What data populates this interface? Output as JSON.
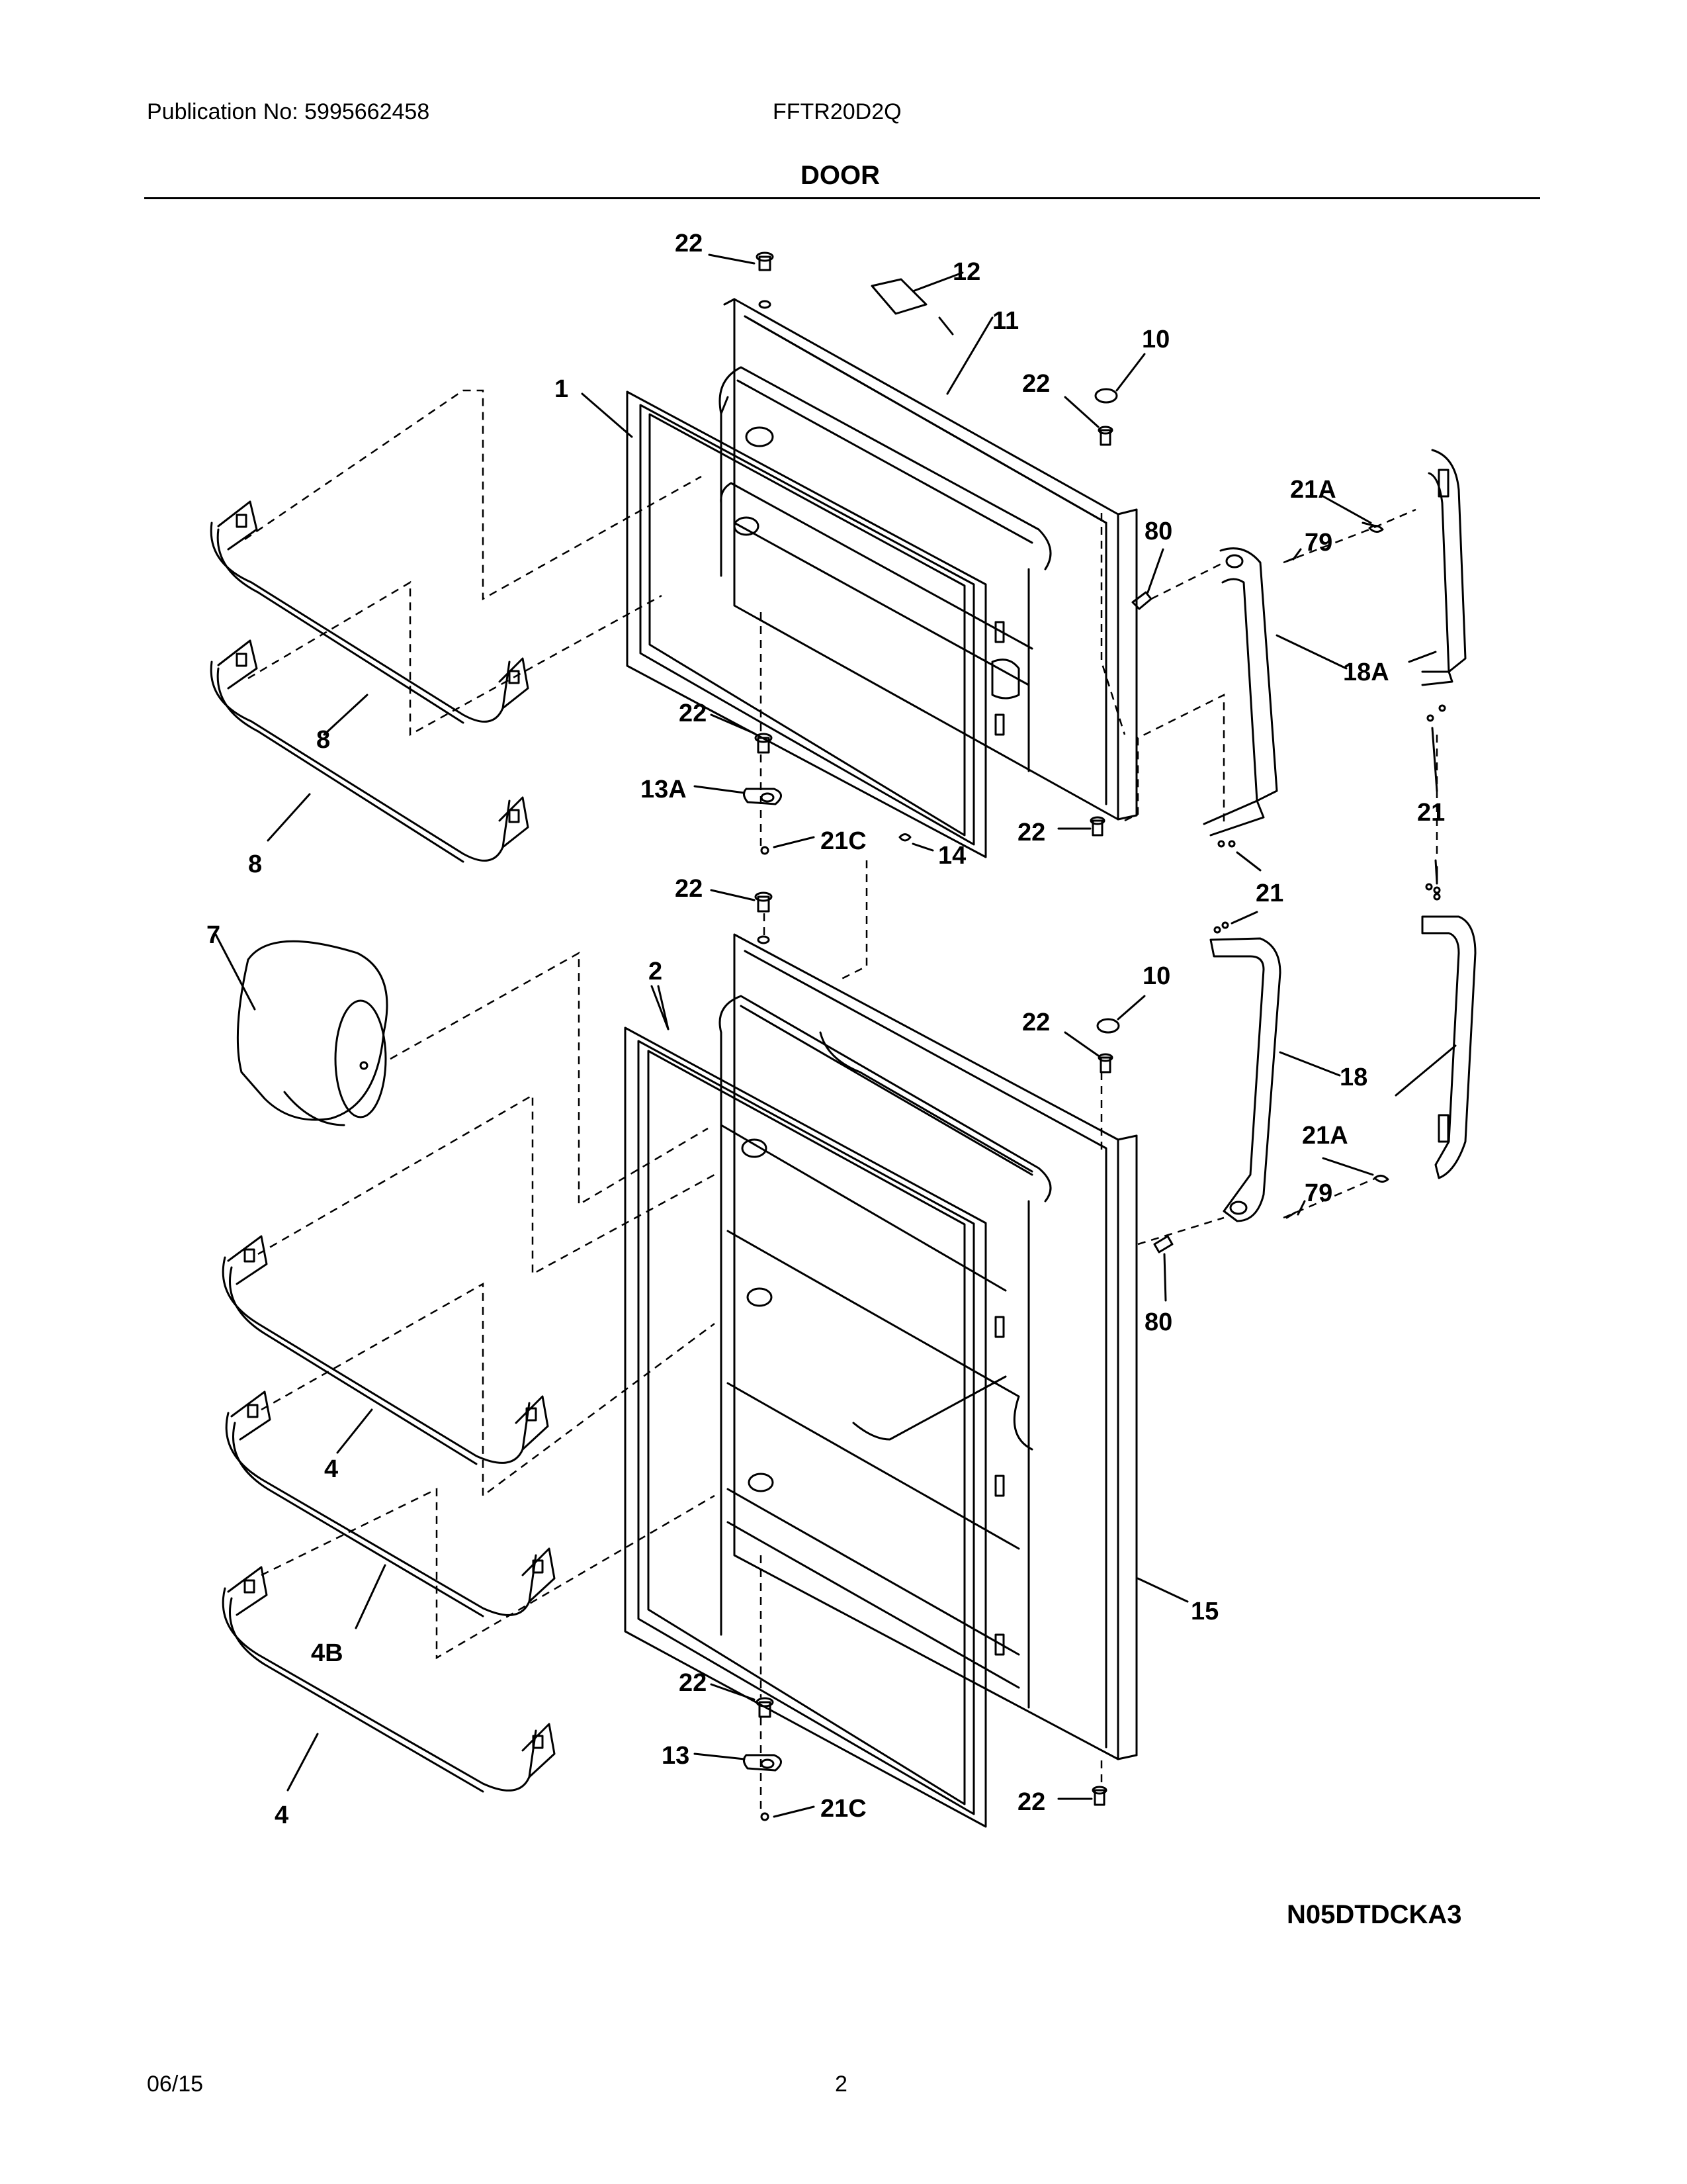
{
  "header": {
    "publication": "Publication No: 5995662458",
    "model": "FFTR20D2Q",
    "section_title": "DOOR"
  },
  "diagram": {
    "code": "N05DTDCKA3",
    "callouts": {
      "p22_top": "22",
      "p12": "12",
      "p11": "11",
      "p10_upper": "10",
      "p22_hinge_upper": "22",
      "p1": "1",
      "p21A_upper": "21A",
      "p79_upper": "79",
      "p80_upper": "80",
      "p18A": "18A",
      "p8_upper": "8",
      "p22_upper_bottom_left": "22",
      "p13A": "13A",
      "p21C_upper": "21C",
      "p14": "14",
      "p8_lower": "8",
      "p22_upper_bottom_right": "22",
      "p21_right": "21",
      "p21_mid": "21",
      "p22_lower_top": "22",
      "p7": "7",
      "p2": "2",
      "p10_lower": "10",
      "p22_hinge_lower": "22",
      "p18": "18",
      "p21A_lower": "21A",
      "p79_lower": "79",
      "p80_lower": "80",
      "p4_upper": "4",
      "p4B": "4B",
      "p15": "15",
      "p22_lower_bottom_left": "22",
      "p13": "13",
      "p21C_lower": "21C",
      "p22_lower_bottom_right": "22",
      "p4_lower": "4"
    }
  },
  "footer": {
    "date": "06/15",
    "page_number": "2"
  }
}
